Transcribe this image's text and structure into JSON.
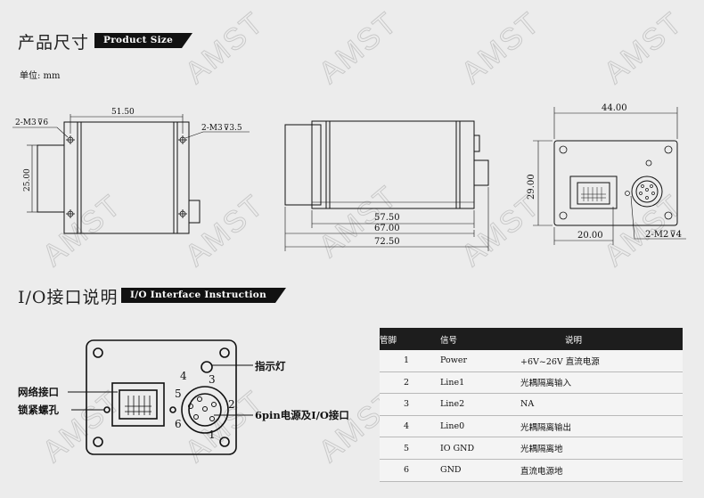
{
  "section1": {
    "title_cn": "产品尺寸",
    "title_en": "Product Size",
    "unit": "单位: mm"
  },
  "section2": {
    "title_cn": "I/O接口说明",
    "title_en": "I/O Interface Instruction"
  },
  "watermark": "AMST",
  "dims": {
    "left_top_width": "51.50",
    "left_height": "25.00",
    "left_hole_left": "2-M3",
    "left_hole_left_depth": "6",
    "left_hole_right": "2-M3",
    "left_hole_right_depth": "3.5",
    "side_len1": "57.50",
    "side_len2": "67.00",
    "side_len3": "72.50",
    "back_width": "44.00",
    "back_height": "29.00",
    "back_offset": "20.00",
    "back_hole": "2-M2",
    "back_hole_depth": "4"
  },
  "io_labels": {
    "indicator": "指示灯",
    "network": "网络接口",
    "lock_screw": "锁紧螺孔",
    "power_io": "6pin电源及I/O接口",
    "pins": [
      "1",
      "2",
      "3",
      "4",
      "5",
      "6"
    ]
  },
  "table": {
    "headers": [
      "管脚",
      "信号",
      "说明"
    ],
    "rows": [
      {
        "pin": "1",
        "signal": "Power",
        "desc": "+6V~26V 直流电源"
      },
      {
        "pin": "2",
        "signal": "Line1",
        "desc": "光耦隔离输入"
      },
      {
        "pin": "3",
        "signal": "Line2",
        "desc": "NA"
      },
      {
        "pin": "4",
        "signal": "Line0",
        "desc": "光耦隔离输出"
      },
      {
        "pin": "5",
        "signal": "IO GND",
        "desc": "光耦隔离地"
      },
      {
        "pin": "6",
        "signal": "GND",
        "desc": "直流电源地"
      }
    ]
  }
}
